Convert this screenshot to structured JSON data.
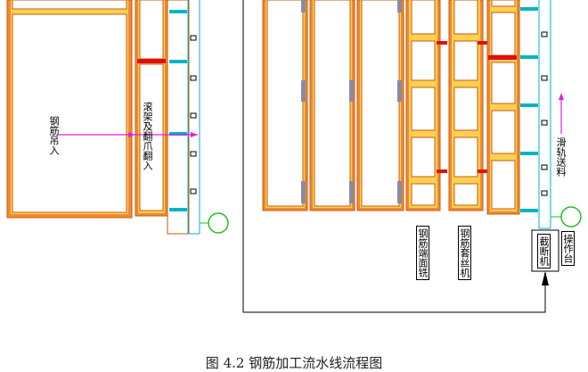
{
  "labels": {
    "hoist_in": "钢筋吊入",
    "roll_in": "滚架及翻爪翻入",
    "rail_feed": "滑轨送料",
    "end_facing": "钢筋端面铣",
    "thread_machine": "钢筋套丝机",
    "cutter": "截断机",
    "console": "操作台"
  },
  "caption": "图 4.2   钢筋加工流水线流程图",
  "colors": {
    "frame_orange": "#e8741c",
    "frame_yellow": "#f5d43a",
    "cyan": "#00b4c8",
    "red": "#e01010",
    "magenta": "#e020e0",
    "green": "#20c020",
    "gray": "#8a8aa0"
  }
}
